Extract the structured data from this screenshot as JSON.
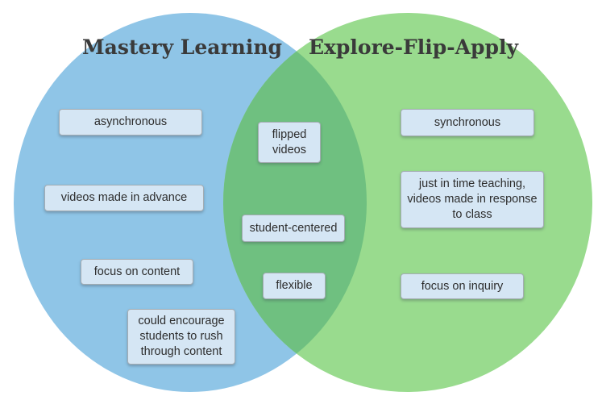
{
  "diagram": {
    "type": "venn",
    "title_left": "Mastery Learning",
    "title_right": "Explore-Flip-Apply",
    "left_items": [
      "asynchronous",
      "videos made in advance",
      "focus on content",
      "could encourage students to rush through content"
    ],
    "overlap_items": [
      "flipped videos",
      "student-centered",
      "flexible"
    ],
    "right_items": [
      "synchronous",
      "just in time teaching, videos made in response to class",
      "focus on inquiry"
    ],
    "colors": {
      "left_circle": "#8fc5e7",
      "right_circle": "#99db8e",
      "overlap": "#6fc080",
      "label_fill": "#d5e6f4",
      "label_border": "#a4adb3",
      "label_text": "#2d2d2d",
      "title_text": "#3a3a3a"
    }
  }
}
